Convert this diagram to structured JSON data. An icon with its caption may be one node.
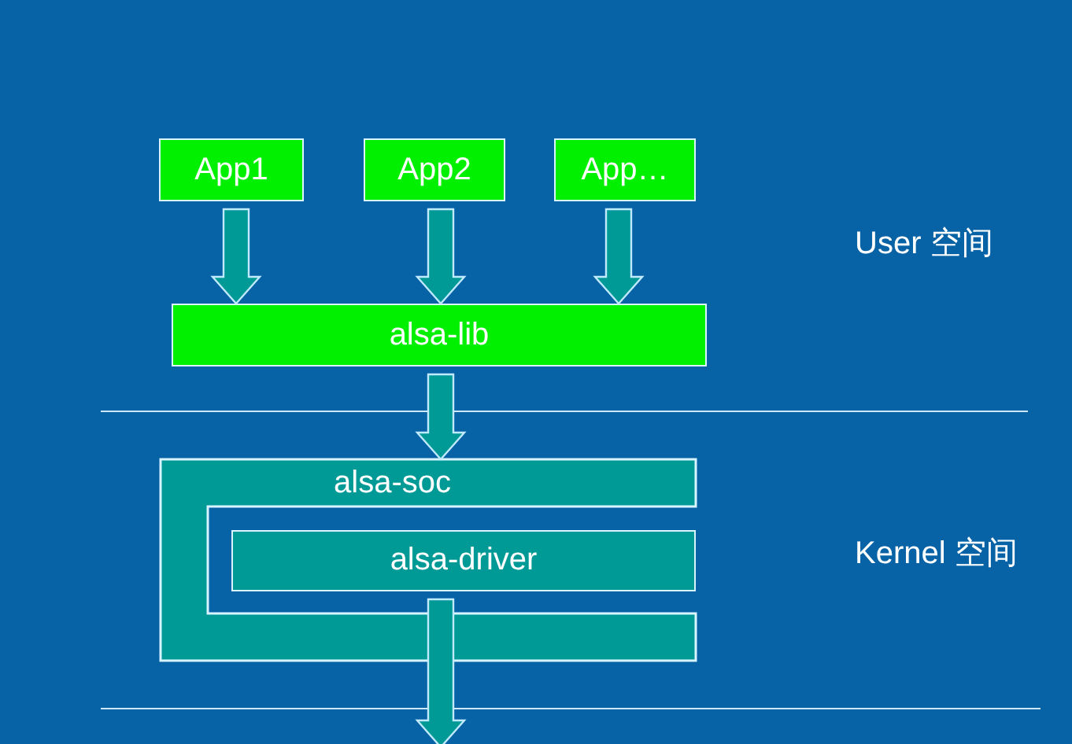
{
  "diagram": {
    "nodes": [
      {
        "text": [
          "App1"
        ]
      },
      {
        "text": [
          "App2"
        ]
      },
      {
        "text": [
          "App…"
        ]
      },
      {
        "text": [
          "alsa-lib"
        ]
      },
      {
        "text": [
          "alsa-soc"
        ]
      },
      {
        "text": [
          "alsa-driver"
        ],
        "in": 4
      }
    ],
    "edges": [
      {
        "from": 0,
        "to": 3,
        "arrow": "to"
      },
      {
        "from": 1,
        "to": 3,
        "arrow": "to"
      },
      {
        "from": 2,
        "to": 3,
        "arrow": "to"
      },
      {
        "from": 3,
        "to": 4,
        "arrow": "to"
      },
      {
        "from": 5,
        "to": null,
        "arrow": "to"
      }
    ],
    "labels": [
      "User 空间",
      "Kernel 空间"
    ]
  }
}
